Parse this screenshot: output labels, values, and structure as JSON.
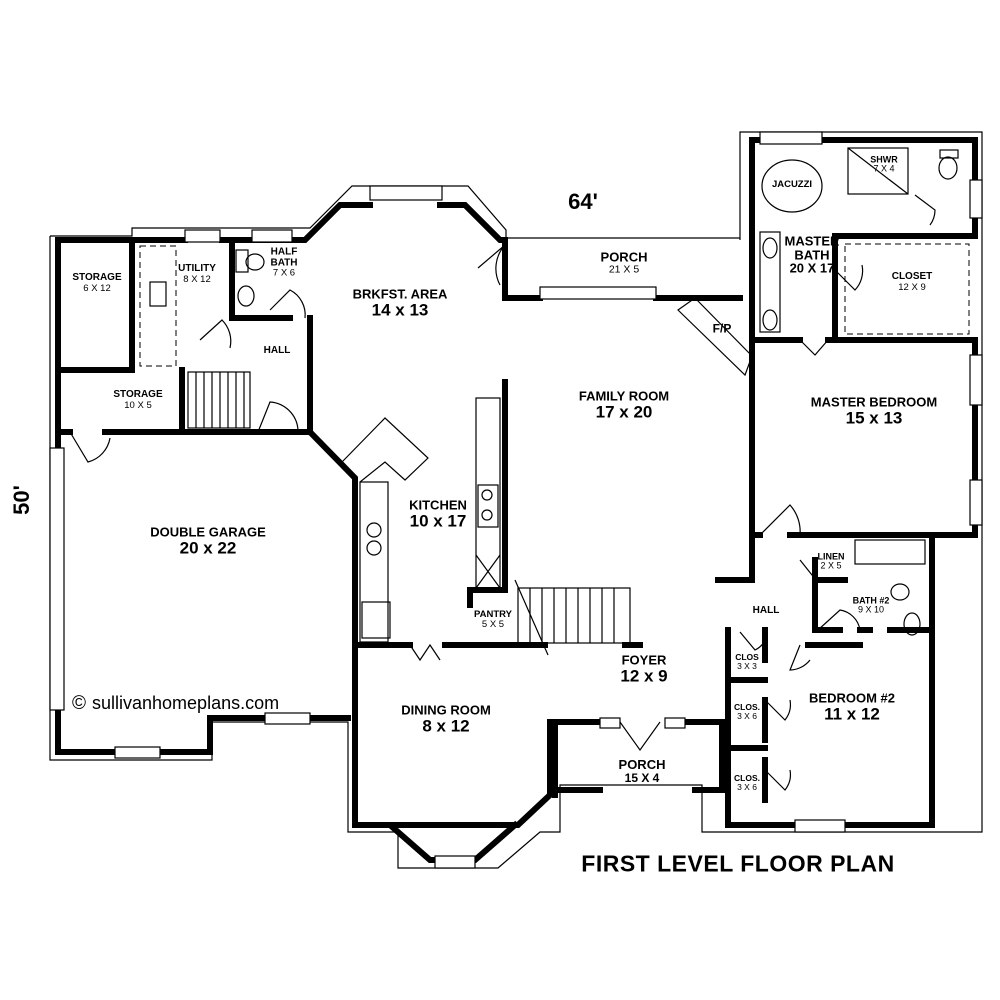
{
  "title": "FIRST LEVEL FLOOR PLAN",
  "dimensions": {
    "width": "64'",
    "depth": "50'"
  },
  "copyright": {
    "symbol": "©",
    "text": "sullivanhomeplans.com"
  },
  "rooms": {
    "storage_a": {
      "name": "STORAGE",
      "size": "6 X 12"
    },
    "utility": {
      "name": "UTILITY",
      "size": "8 X 12"
    },
    "half_bath": {
      "name": "HALF BATH",
      "size": "7 X 6"
    },
    "brkfst": {
      "name": "BRKFST. AREA",
      "size": "14 x 13"
    },
    "porch_rear": {
      "name": "PORCH",
      "size": "21 X 5"
    },
    "shower": {
      "name": "SHWR",
      "size": "7 X 4"
    },
    "jacuzzi": {
      "name": "JACUZZI"
    },
    "master_bath": {
      "name": "MASTER BATH",
      "size": "20 X 17"
    },
    "closet": {
      "name": "CLOSET",
      "size": "12 X 9"
    },
    "hall_left": {
      "name": "HALL"
    },
    "storage_b": {
      "name": "STORAGE",
      "size": "10 X 5"
    },
    "fireplace": {
      "name": "F/P"
    },
    "family_room": {
      "name": "FAMILY ROOM",
      "size": "17 x 20"
    },
    "master_bedroom": {
      "name": "MASTER BEDROOM",
      "size": "15 x 13"
    },
    "kitchen": {
      "name": "KITCHEN",
      "size": "10 x 17"
    },
    "double_garage": {
      "name": "DOUBLE GARAGE",
      "size": "20 x 22"
    },
    "linen": {
      "name": "LINEN",
      "size": "2 X 5"
    },
    "hall_right": {
      "name": "HALL"
    },
    "bath2": {
      "name": "BATH #2",
      "size": "9 X 10"
    },
    "pantry": {
      "name": "PANTRY",
      "size": "5 X 5"
    },
    "clos_a": {
      "name": "CLOS",
      "size": "3 X 3"
    },
    "foyer": {
      "name": "FOYER",
      "size": "12 x 9"
    },
    "bedroom2": {
      "name": "BEDROOM #2",
      "size": "11 x 12"
    },
    "clos_b": {
      "name": "CLOS.",
      "size": "3 X 6"
    },
    "dining": {
      "name": "DINING ROOM",
      "size": "8 x 12"
    },
    "porch_front": {
      "name": "PORCH",
      "size": "15 X 4"
    },
    "clos_c": {
      "name": "CLOS.",
      "size": "3 X 6"
    }
  }
}
